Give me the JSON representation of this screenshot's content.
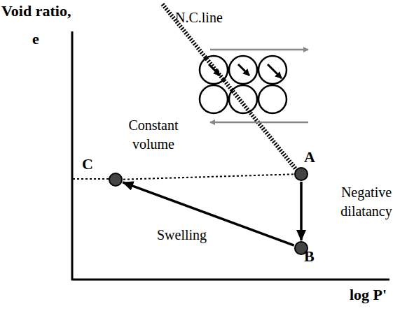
{
  "diagram": {
    "nodes": [
      {
        "text": [
          "A"
        ]
      },
      {
        "text": [
          "B"
        ]
      },
      {
        "text": [
          "C"
        ]
      }
    ],
    "edges": [
      {
        "from": 0,
        "to": 1,
        "arrow": "to",
        "label": "Negative dilatancy"
      },
      {
        "from": 1,
        "to": 2,
        "arrow": "to",
        "label": "Swelling"
      },
      {
        "from": 2,
        "to": 0,
        "arrow": "none",
        "label": "Constant volume"
      }
    ],
    "labels": [
      "Void ratio,",
      "e",
      "N.C.line",
      "log P'"
    ]
  }
}
